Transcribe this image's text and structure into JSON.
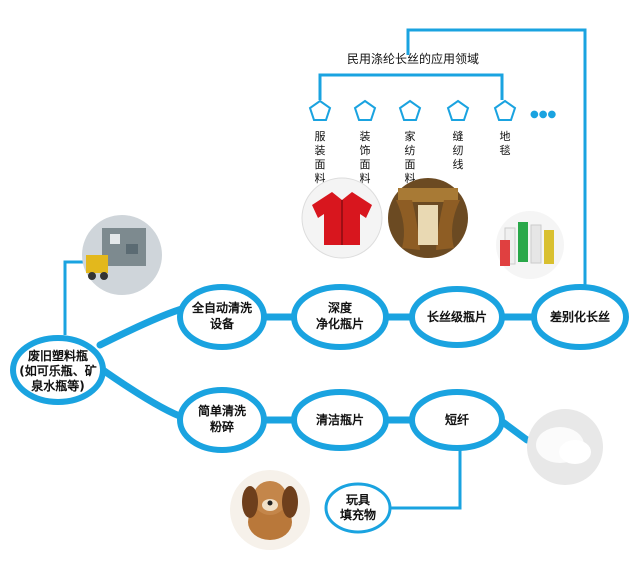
{
  "diagram": {
    "source_label_lines": [
      "废旧塑料瓶",
      "(如可乐瓶、矿",
      "泉水瓶等)"
    ],
    "upper_path": {
      "step1_lines": [
        "全自动清洗",
        "设备"
      ],
      "step2_lines": [
        "深度",
        "净化瓶片"
      ],
      "step3": "长丝级瓶片",
      "step4": "差别化长丝"
    },
    "lower_path": {
      "step1_lines": [
        "简单清洗",
        "粉碎"
      ],
      "step2": "清洁瓶片",
      "step3": "短纤",
      "step4_lines": [
        "玩具",
        "填充物"
      ]
    },
    "application_title": "民用涤纶长丝的应用领域",
    "applications": [
      {
        "chars": [
          "服",
          "装",
          "面",
          "料"
        ],
        "icon": "garment-fabric-photo"
      },
      {
        "chars": [
          "装",
          "饰",
          "面",
          "料"
        ],
        "icon": "decor-fabric-photo"
      },
      {
        "chars": [
          "家",
          "纺",
          "面",
          "料"
        ],
        "icon": "home-textile-photo"
      },
      {
        "chars": [
          "缝",
          "纫",
          "线"
        ],
        "icon": "sewing-thread"
      },
      {
        "chars": [
          "地",
          "毯"
        ],
        "icon": "carpet"
      }
    ],
    "more_indicator": "●●●",
    "colors": {
      "accent": "#1aa3e0",
      "node_fill": "#ffffff",
      "text": "#111111"
    }
  }
}
